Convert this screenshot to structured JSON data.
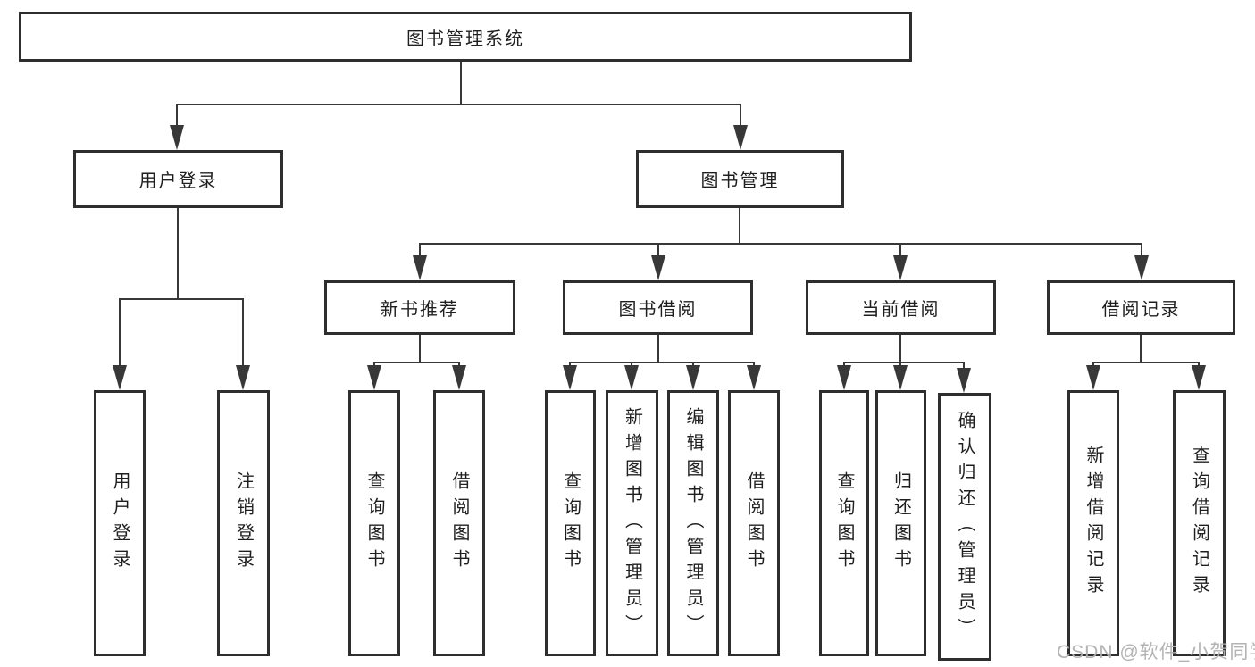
{
  "diagram": {
    "root": {
      "label": "图书管理系统"
    },
    "level2": [
      {
        "label": "用户登录"
      },
      {
        "label": "图书管理"
      }
    ],
    "level3": [
      {
        "label": "新书推荐",
        "parent": "图书管理"
      },
      {
        "label": "图书借阅",
        "parent": "图书管理"
      },
      {
        "label": "当前借阅",
        "parent": "图书管理"
      },
      {
        "label": "借阅记录",
        "parent": "图书管理"
      }
    ],
    "leaves": [
      {
        "label": "用户登录",
        "parent": "用户登录"
      },
      {
        "label": "注销登录",
        "parent": "用户登录"
      },
      {
        "label": "查询图书",
        "parent": "新书推荐"
      },
      {
        "label": "借阅图书",
        "parent": "新书推荐"
      },
      {
        "label": "查询图书",
        "parent": "图书借阅"
      },
      {
        "label": "新增图书（管理员）",
        "parent": "图书借阅"
      },
      {
        "label": "编辑图书（管理员）",
        "parent": "图书借阅"
      },
      {
        "label": "借阅图书",
        "parent": "图书借阅"
      },
      {
        "label": "查询图书",
        "parent": "当前借阅"
      },
      {
        "label": "归还图书",
        "parent": "当前借阅"
      },
      {
        "label": "确认归还（管理员）",
        "parent": "当前借阅"
      },
      {
        "label": "新增借阅记录",
        "parent": "借阅记录"
      },
      {
        "label": "查询借阅记录",
        "parent": "借阅记录"
      }
    ]
  },
  "watermark": {
    "text": "CSDN @软件_小贺同学"
  },
  "colors": {
    "background": "#ffffff",
    "box_border": "#2e2e2e",
    "line": "#383838",
    "text": "#1f1f1f",
    "watermark": "#afafaf"
  }
}
